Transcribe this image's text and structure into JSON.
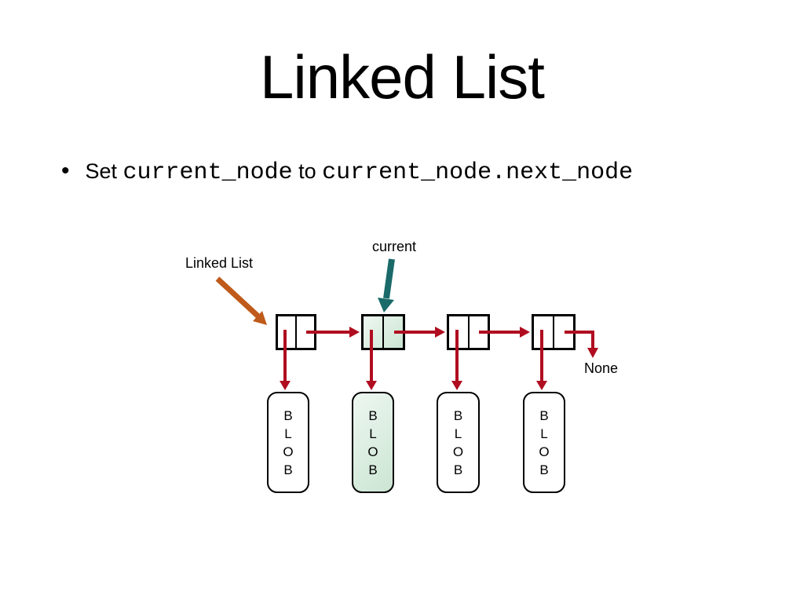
{
  "colors": {
    "background": "#ffffff",
    "ink": "#000000",
    "pointer_red": "#b00d20",
    "head_arrow_orange": "#bf5a1a",
    "current_arrow_teal": "#1b6a6a",
    "highlight_green_light": "#eef7f1",
    "highlight_green_dark": "#cbe5d3"
  },
  "slide": {
    "title": "Linked List",
    "bullet_marker": "•",
    "bullet_parts": [
      {
        "text": "Set ",
        "style": "sans"
      },
      {
        "text": "current_node",
        "style": "mono"
      },
      {
        "text": " to ",
        "style": "sans"
      },
      {
        "text": "current_node.next_node",
        "style": "mono"
      }
    ]
  },
  "diagram": {
    "list_label": "Linked List",
    "current_label": "current",
    "terminator_label": "None",
    "blob_text": "B\nL\nO\nB",
    "node_count": 4,
    "highlighted_node_index": 2
  }
}
